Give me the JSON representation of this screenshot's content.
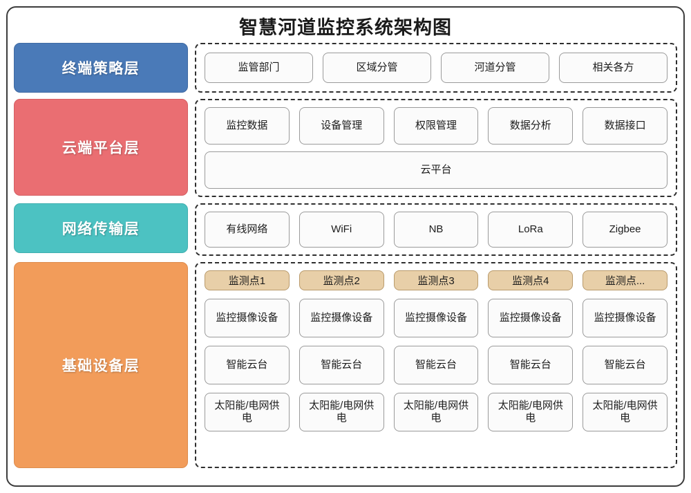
{
  "title": "智慧河道监控系统架构图",
  "layers": [
    {
      "id": "terminal-strategy",
      "label": "终端策略层",
      "color": "#4a7ab8",
      "rows": [
        {
          "style": "node",
          "items": [
            "监管部门",
            "区域分管",
            "河道分管",
            "相关各方"
          ]
        }
      ]
    },
    {
      "id": "cloud-platform",
      "label": "云端平台层",
      "color": "#ea6e72",
      "rows": [
        {
          "style": "node",
          "items": [
            "监控数据",
            "设备管理",
            "权限管理",
            "数据分析",
            "数据接口"
          ]
        },
        {
          "style": "node-wide",
          "items": [
            "云平台"
          ]
        }
      ]
    },
    {
      "id": "network-transmission",
      "label": "网络传输层",
      "color": "#4cc2c2",
      "rows": [
        {
          "style": "node",
          "items": [
            "有线网络",
            "WiFi",
            "NB",
            "LoRa",
            "Zigbee"
          ]
        }
      ]
    },
    {
      "id": "base-equipment",
      "label": "基础设备层",
      "color": "#f29c5a",
      "rows": [
        {
          "style": "chip",
          "items": [
            "监测点1",
            "监测点2",
            "监测点3",
            "监测点4",
            "监测点..."
          ]
        },
        {
          "style": "node",
          "items": [
            "监控摄像设备",
            "监控摄像设备",
            "监控摄像设备",
            "监控摄像设备",
            "监控摄像设备"
          ]
        },
        {
          "style": "node",
          "items": [
            "智能云台",
            "智能云台",
            "智能云台",
            "智能云台",
            "智能云台"
          ]
        },
        {
          "style": "node",
          "items": [
            "太阳能/电网供电",
            "太阳能/电网供电",
            "太阳能/电网供电",
            "太阳能/电网供电",
            "太阳能/电网供电"
          ]
        }
      ]
    }
  ]
}
